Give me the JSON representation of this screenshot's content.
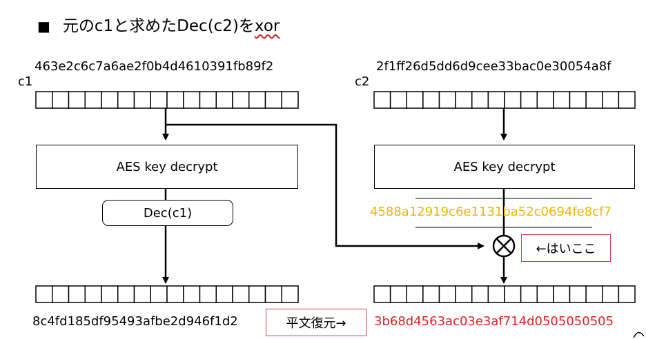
{
  "title": {
    "bullet": "■",
    "text": "元のc1と求めたDec(c2)を",
    "xor": "xor"
  },
  "left": {
    "c1_hex": "463e2c6c7a6ae2f0b4d4610391fb89f2",
    "c1_label": "c1",
    "aes_label": "AES key decrypt",
    "dec_label": "Dec(c1)",
    "out_hex": "8c4fd185df95493afbe2d946f1d2"
  },
  "right": {
    "c2_hex": "2f1ff26d5dd6d9cee33bac0e30054a8f",
    "c2_label": "c2",
    "aes_label": "AES key decrypt",
    "dec_hex": "4588a12919c6e1131ba52c0694fe8cf7",
    "xor_note": "←はいここ",
    "out_hex": "3b68d4563ac03e3af714d0505050505"
  },
  "restore_label": "平文復元→",
  "colors": {
    "dec_hex": "#f0b400",
    "result_hex": "#e02020",
    "note_border": "#d04040"
  }
}
